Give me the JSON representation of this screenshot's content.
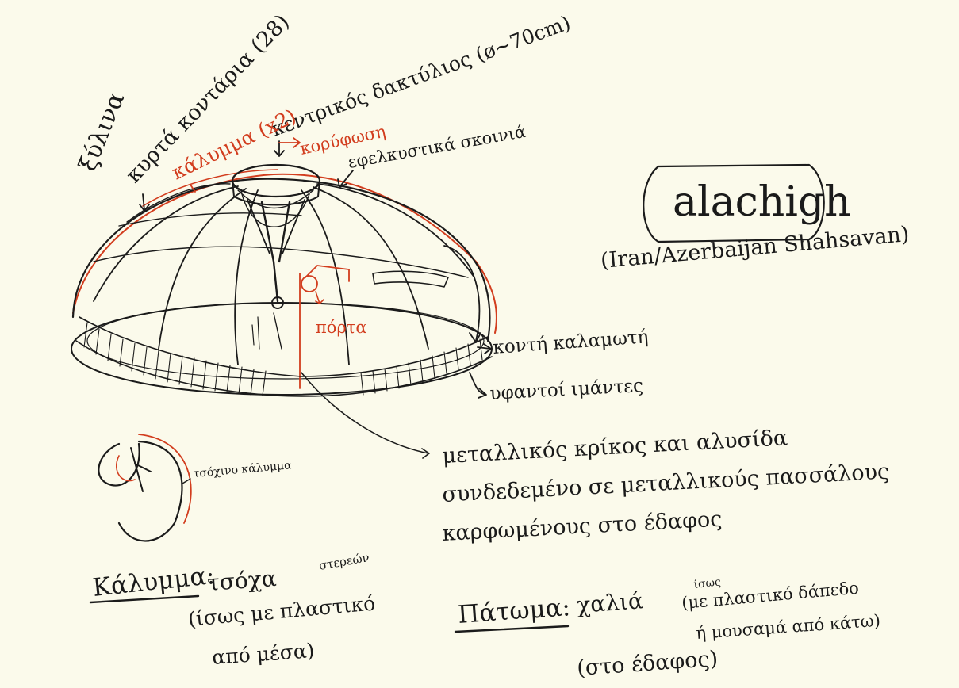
{
  "title": "alachigh",
  "subtitle": "(Iran/Azerbaijan Shahsavan)",
  "labels": {
    "xylina": "ξύλινα",
    "kyrtos_kontaria": "κυρτά κοντάρια (28)",
    "kentrikos_daktylios": "κεντρικός δακτύλιος (ø~70cm)",
    "kalymma": "κάλυμμα (x2)",
    "koryfosi": "κορύφωση",
    "elkystika_skoinia": "εφελκυστικά σκοινιά",
    "porta": "πόρτα",
    "konti_kalamoti": "κοντή καλαμωτή",
    "yfantoi_imantes": "υφαντοί ιμάντες",
    "metallikos_line1": "μεταλλικός κρίκος και αλυσίδα",
    "metallikos_line2": "συνδεδεμένο σε μεταλλικούς πασσάλους",
    "metallikos_line3": "καρφωμένους στο έδαφος",
    "tsoxino_kalymma": "τσόχινο κάλυμμα",
    "kalymma_heading": "Κάλυμμα:",
    "kalymma_value": "τσόχα",
    "kalymma_note_top": "στερεών",
    "kalymma_note_l1": "(ίσως με πλαστικό",
    "kalymma_note_l2": "από μέσα)",
    "patoma_heading": "Πάτωμα:",
    "patoma_value": "χαλιά",
    "patoma_note_top": "ίσως",
    "patoma_note_l1": "(με πλαστικό δάπεδο",
    "patoma_note_l2": "ή μουσαμά από κάτω)",
    "patoma_note_l3": "(στο έδαφος)"
  },
  "colors": {
    "paper": "#fbfaeb",
    "ink": "#1b1b1b",
    "accent_red": "#d23d1e"
  }
}
